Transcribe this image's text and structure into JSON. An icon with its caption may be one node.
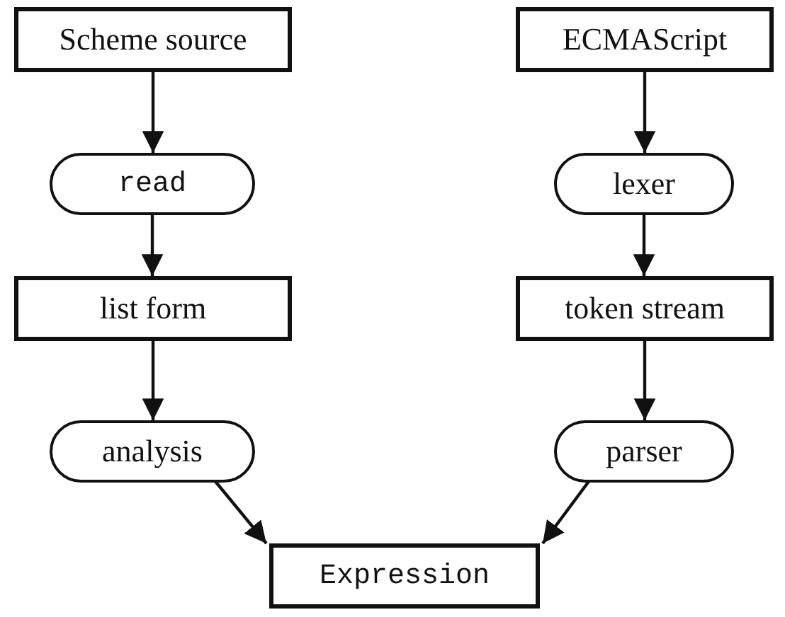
{
  "diagram": {
    "nodes": [
      {
        "text": [
          "Scheme source"
        ]
      },
      {
        "text": [
          "ECMAScript"
        ]
      },
      {
        "text": [
          "read"
        ]
      },
      {
        "text": [
          "lexer"
        ]
      },
      {
        "text": [
          "list form"
        ]
      },
      {
        "text": [
          "token stream"
        ]
      },
      {
        "text": [
          "analysis"
        ]
      },
      {
        "text": [
          "parser"
        ]
      },
      {
        "text": [
          "Expression"
        ]
      }
    ],
    "edges": [
      {
        "from": 0,
        "to": 2,
        "arrow": "to"
      },
      {
        "from": 2,
        "to": 4,
        "arrow": "to"
      },
      {
        "from": 4,
        "to": 6,
        "arrow": "to"
      },
      {
        "from": 6,
        "to": 8,
        "arrow": "to"
      },
      {
        "from": 1,
        "to": 3,
        "arrow": "to"
      },
      {
        "from": 3,
        "to": 5,
        "arrow": "to"
      },
      {
        "from": 5,
        "to": 7,
        "arrow": "to"
      },
      {
        "from": 7,
        "to": 8,
        "arrow": "to"
      }
    ]
  }
}
